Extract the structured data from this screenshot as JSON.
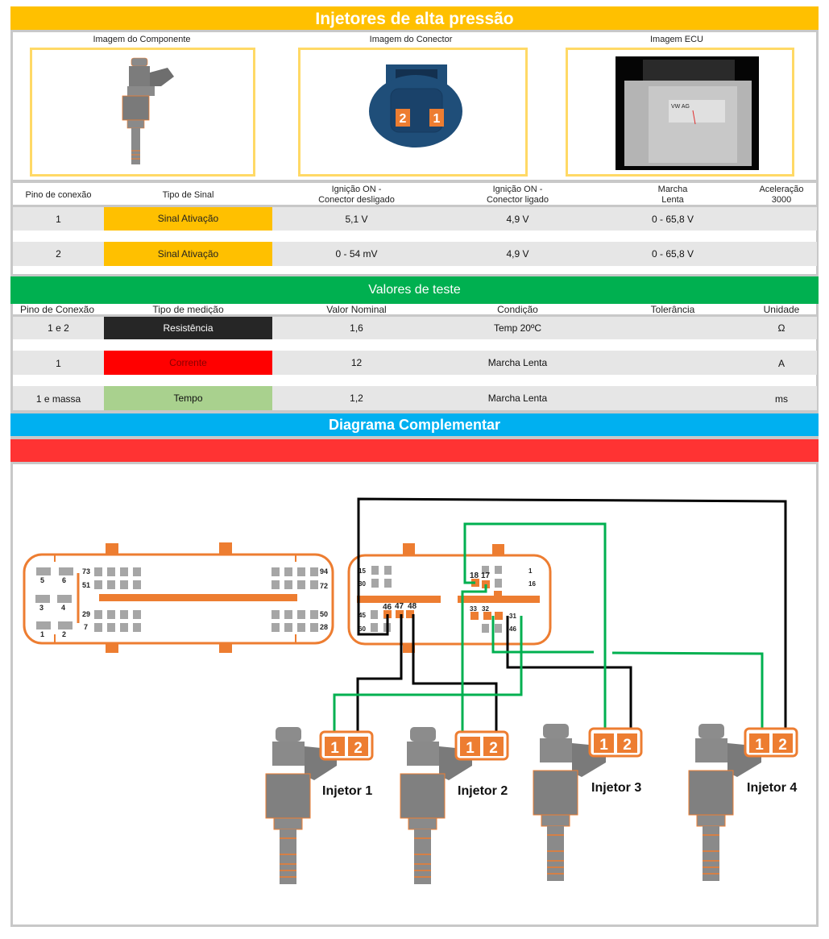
{
  "header": {
    "title": "Injetores de alta pressão"
  },
  "images": {
    "component_label": "Imagem do Componente",
    "connector_label": "Imagem do Conector",
    "ecu_label": "Imagem ECU",
    "connector_pins": [
      "2",
      "1"
    ],
    "ecu_sticker": "VW AG"
  },
  "signal_table": {
    "headers": [
      "Pino de conexão",
      "Tipo de Sinal",
      "Ignição ON -\nConector desligado",
      "Ignição ON -\nConector ligado",
      "Marcha\nLenta",
      "Aceleração\n3000"
    ],
    "header_lines": [
      [
        "Pino de conexão"
      ],
      [
        "Tipo de Sinal"
      ],
      [
        "Ignição ON -",
        "Conector desligado"
      ],
      [
        "Ignição ON -",
        "Conector ligado"
      ],
      [
        "Marcha",
        "Lenta"
      ],
      [
        "Aceleração",
        "3000"
      ]
    ],
    "rows": [
      {
        "pin": "1",
        "type": "Sinal Ativação",
        "ign_off": "5,1 V",
        "ign_on": "4,9 V",
        "idle": "0 - 65,8 V",
        "accel": ""
      },
      {
        "pin": "2",
        "type": "Sinal Ativação",
        "ign_off": "0 - 54 mV",
        "ign_on": "4,9 V",
        "idle": "0 - 65,8 V",
        "accel": ""
      }
    ],
    "type_color": "#ffc000"
  },
  "test_values": {
    "title": "Valores de teste",
    "headers": [
      "Pino de Conexão",
      "Tipo de medição",
      "Valor Nominal",
      "Condição",
      "Tolerância",
      "Unidade"
    ],
    "rows": [
      {
        "pin": "1 e 2",
        "type": "Resistência",
        "nominal": "1,6",
        "condition": "Temp 20ºC",
        "tolerance": "",
        "unit": "Ω",
        "color": "#262626",
        "text_color": "#ffffff"
      },
      {
        "pin": "1",
        "type": "Corrente",
        "nominal": "12",
        "condition": "Marcha Lenta",
        "tolerance": "",
        "unit": "A",
        "color": "#ff0000",
        "text_color": "#8b0000"
      },
      {
        "pin": "1 e massa",
        "type": "Tempo",
        "nominal": "1,2",
        "condition": "Marcha Lenta",
        "tolerance": "",
        "unit": "ms",
        "color": "#a9d18e",
        "text_color": "#111111"
      }
    ]
  },
  "diagram": {
    "title": "Diagrama Complementar",
    "ecu_left_pins": [
      "5",
      "6",
      "3",
      "4",
      "1",
      "2",
      "73",
      "51",
      "29",
      "7",
      "94",
      "72",
      "50",
      "28"
    ],
    "ecu_right_pins": [
      "15",
      "30",
      "45",
      "60",
      "46",
      "47",
      "48",
      "18",
      "17",
      "1",
      "16",
      "33",
      "32",
      "31",
      "46"
    ],
    "injectors": [
      {
        "label": "Injetor 1",
        "pins": [
          "1",
          "2"
        ]
      },
      {
        "label": "Injetor 2",
        "pins": [
          "1",
          "2"
        ]
      },
      {
        "label": "Injetor 3",
        "pins": [
          "1",
          "2"
        ]
      },
      {
        "label": "Injetor 4",
        "pins": [
          "1",
          "2"
        ]
      }
    ],
    "colors": {
      "orange": "#ed7d31",
      "wire_green": "#00b050",
      "wire_black": "#000000",
      "pin_gray": "#a6a6a6"
    }
  }
}
